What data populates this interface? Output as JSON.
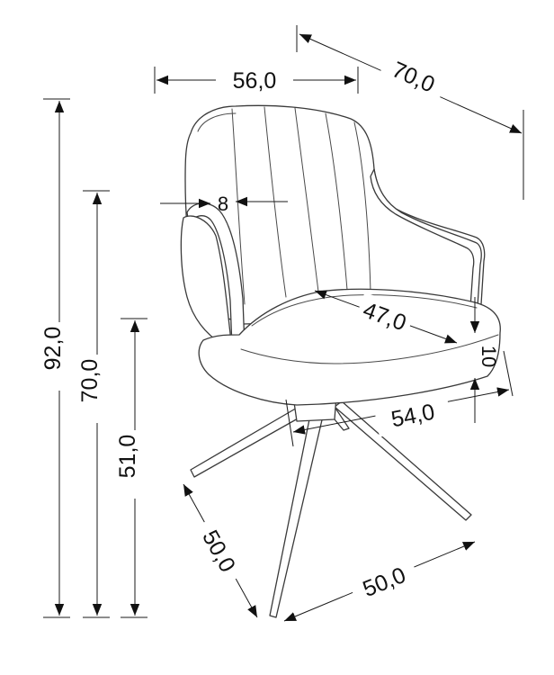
{
  "dimensions": {
    "width": "56,0",
    "depth": "70,0",
    "armrest_thickness": "8",
    "seat_depth": "47,0",
    "seat_thickness": "10",
    "seat_width": "54,0",
    "total_height": "92,0",
    "armrest_height": "70,0",
    "seat_height": "51,0",
    "base_depth": "50,0",
    "base_width": "50,0"
  },
  "colors": {
    "outline": "#3a3a3a",
    "dimension": "#1a1a1a",
    "background": "#ffffff"
  }
}
